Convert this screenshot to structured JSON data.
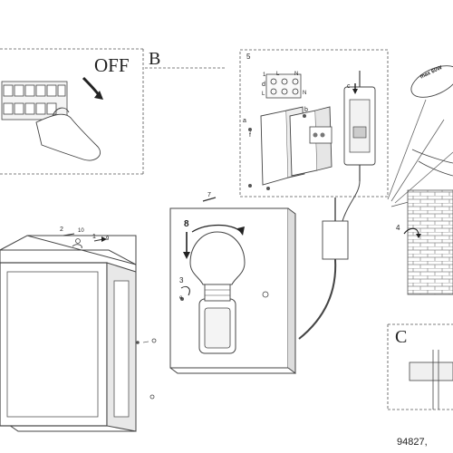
{
  "panel_a": {
    "off_label": "OFF"
  },
  "panel_b": {
    "letter": "B",
    "step_7": "7",
    "step_8": "8",
    "step_3": "3",
    "step_3_sub": "e"
  },
  "inset_5": {
    "number": "5",
    "letters": {
      "a": "a",
      "b": "b",
      "c": "c",
      "d": "d",
      "f": "f",
      "l_top": "L",
      "n_top": "N",
      "l_bottom": "L",
      "n_bottom": "N",
      "one": "1"
    }
  },
  "left_fixture": {
    "step_2": "2",
    "step_10": "10",
    "step_1": "1",
    "step_9": "9"
  },
  "wall": {
    "step_4": "4",
    "bulb_label": "max 60W"
  },
  "panel_c": {
    "letter": "C"
  },
  "footer": {
    "model_number": "94827,"
  }
}
